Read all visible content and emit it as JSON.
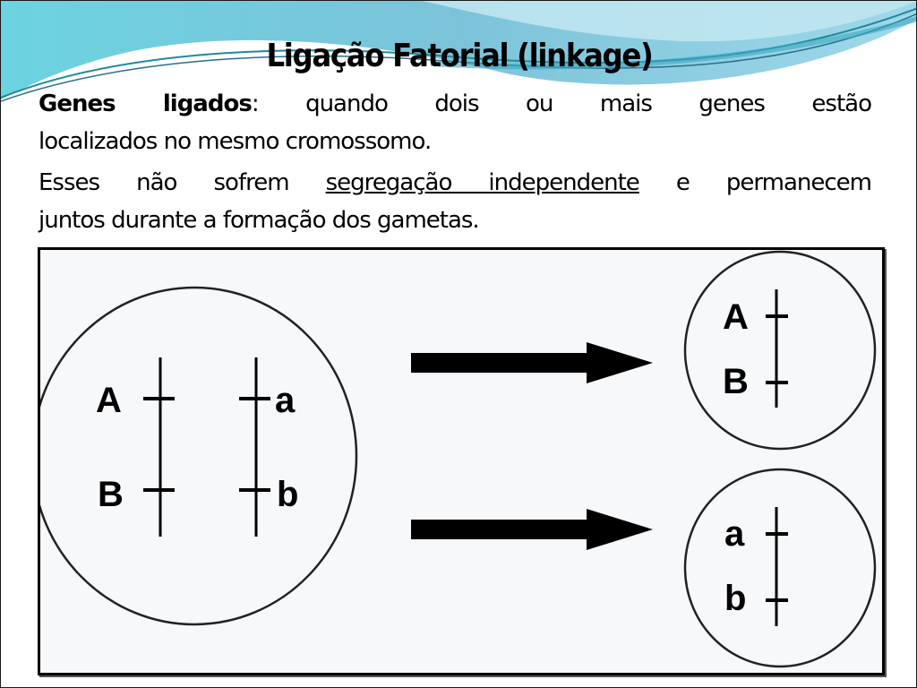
{
  "slide": {
    "title": "Ligação Fatorial (linkage)",
    "paragraph1": {
      "term": "Genes ligados",
      "colon": ":",
      "line1_rest": " quando dois ou mais genes estão",
      "line2": "localizados no mesmo cromossomo."
    },
    "paragraph2": {
      "before": "Esses não sofrem ",
      "underlined": "segregação independente",
      "after": " e permanecem",
      "line2": "juntos durante a formação dos gametas."
    },
    "colors": {
      "wave_light": "#8ccde0",
      "wave_dark": "#5bb8d0",
      "wave_line": "#1e8a9a",
      "diagram_bg": "#f7f8fa"
    }
  },
  "diagram": {
    "parent_cell": {
      "chromosome_left": {
        "loci": [
          "A",
          "B"
        ]
      },
      "chromosome_right": {
        "loci": [
          "a",
          "b"
        ]
      }
    },
    "arrows": 2,
    "gametes": [
      {
        "loci": [
          "A",
          "B"
        ]
      },
      {
        "loci": [
          "a",
          "b"
        ]
      }
    ]
  }
}
